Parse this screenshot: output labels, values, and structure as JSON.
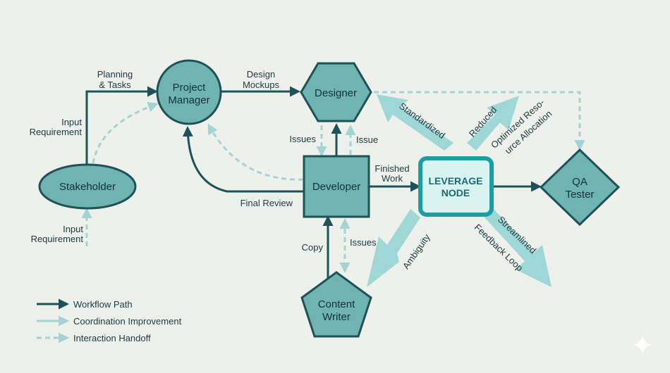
{
  "nodes": {
    "project_manager": [
      "Project",
      "Manager"
    ],
    "designer": "Designer",
    "stakeholder": "Stakeholder",
    "developer": "Developer",
    "leverage": [
      "LEVERAGE",
      "NODE"
    ],
    "qa_tester": [
      "QA",
      "Tester"
    ],
    "content_writer": [
      "Content",
      "Writer"
    ]
  },
  "edge_labels": {
    "planning_tasks": [
      "Planning",
      "& Tasks"
    ],
    "input_requirement_top": [
      "Input",
      "Requirement"
    ],
    "input_requirement_bottom": [
      "Input",
      "Requirement"
    ],
    "design_mockups": [
      "Design",
      "Mockups"
    ],
    "issues_designer": "Issues",
    "issue_designer": "Issue",
    "final_review": "Final Review",
    "finished_work": [
      "Finished",
      "Work"
    ],
    "copy": "Copy",
    "issues_writer": "Issues"
  },
  "leverage_labels": {
    "standardized": "Standardized",
    "reduced": "Reduced",
    "optimized": [
      "Optimized Reso-",
      "urce Allocation"
    ],
    "ambiguity": "Ambiguity",
    "streamlined": "Streamlined",
    "feedback_loop": "Feedback Loop"
  },
  "legend": {
    "workflow": "Workflow Path",
    "coordination": "Coordination Improvement",
    "interaction": "Interaction Handoff"
  },
  "colors": {
    "background": "#eef0ec",
    "node_fill": "#6fb4b1",
    "node_stroke": "#1e5257",
    "workflow_arrow": "#1d5258",
    "coordination_arrow": "#9fd6d6",
    "interaction_arrow": "#a3d3d3",
    "leverage_fill": "#d9f3f1",
    "leverage_border": "#1b9ea2"
  }
}
